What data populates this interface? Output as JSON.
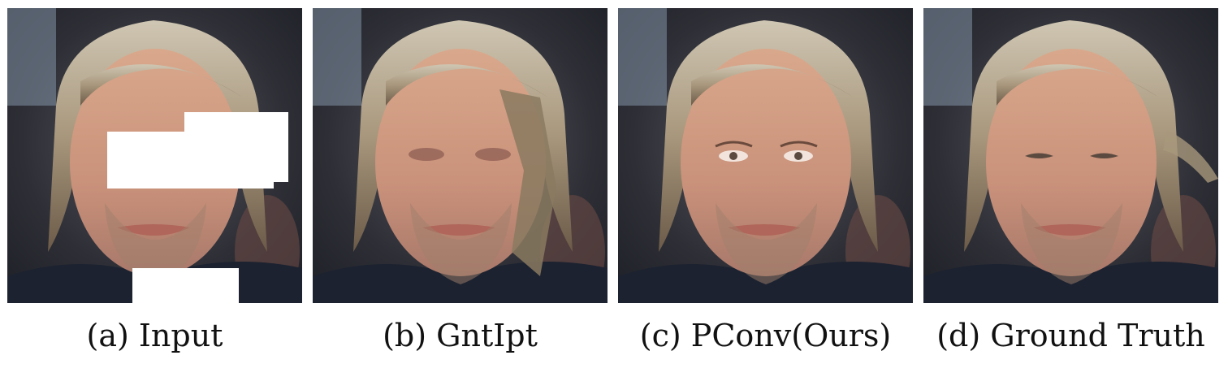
{
  "figure": {
    "panels": [
      {
        "caption": "(a) Input",
        "variant": "input"
      },
      {
        "caption": "(b) GntIpt",
        "variant": "gntipt"
      },
      {
        "caption": "(c) PConv(Ours)",
        "variant": "pconv"
      },
      {
        "caption": "(d) Ground Truth",
        "variant": "ground-truth"
      }
    ]
  }
}
